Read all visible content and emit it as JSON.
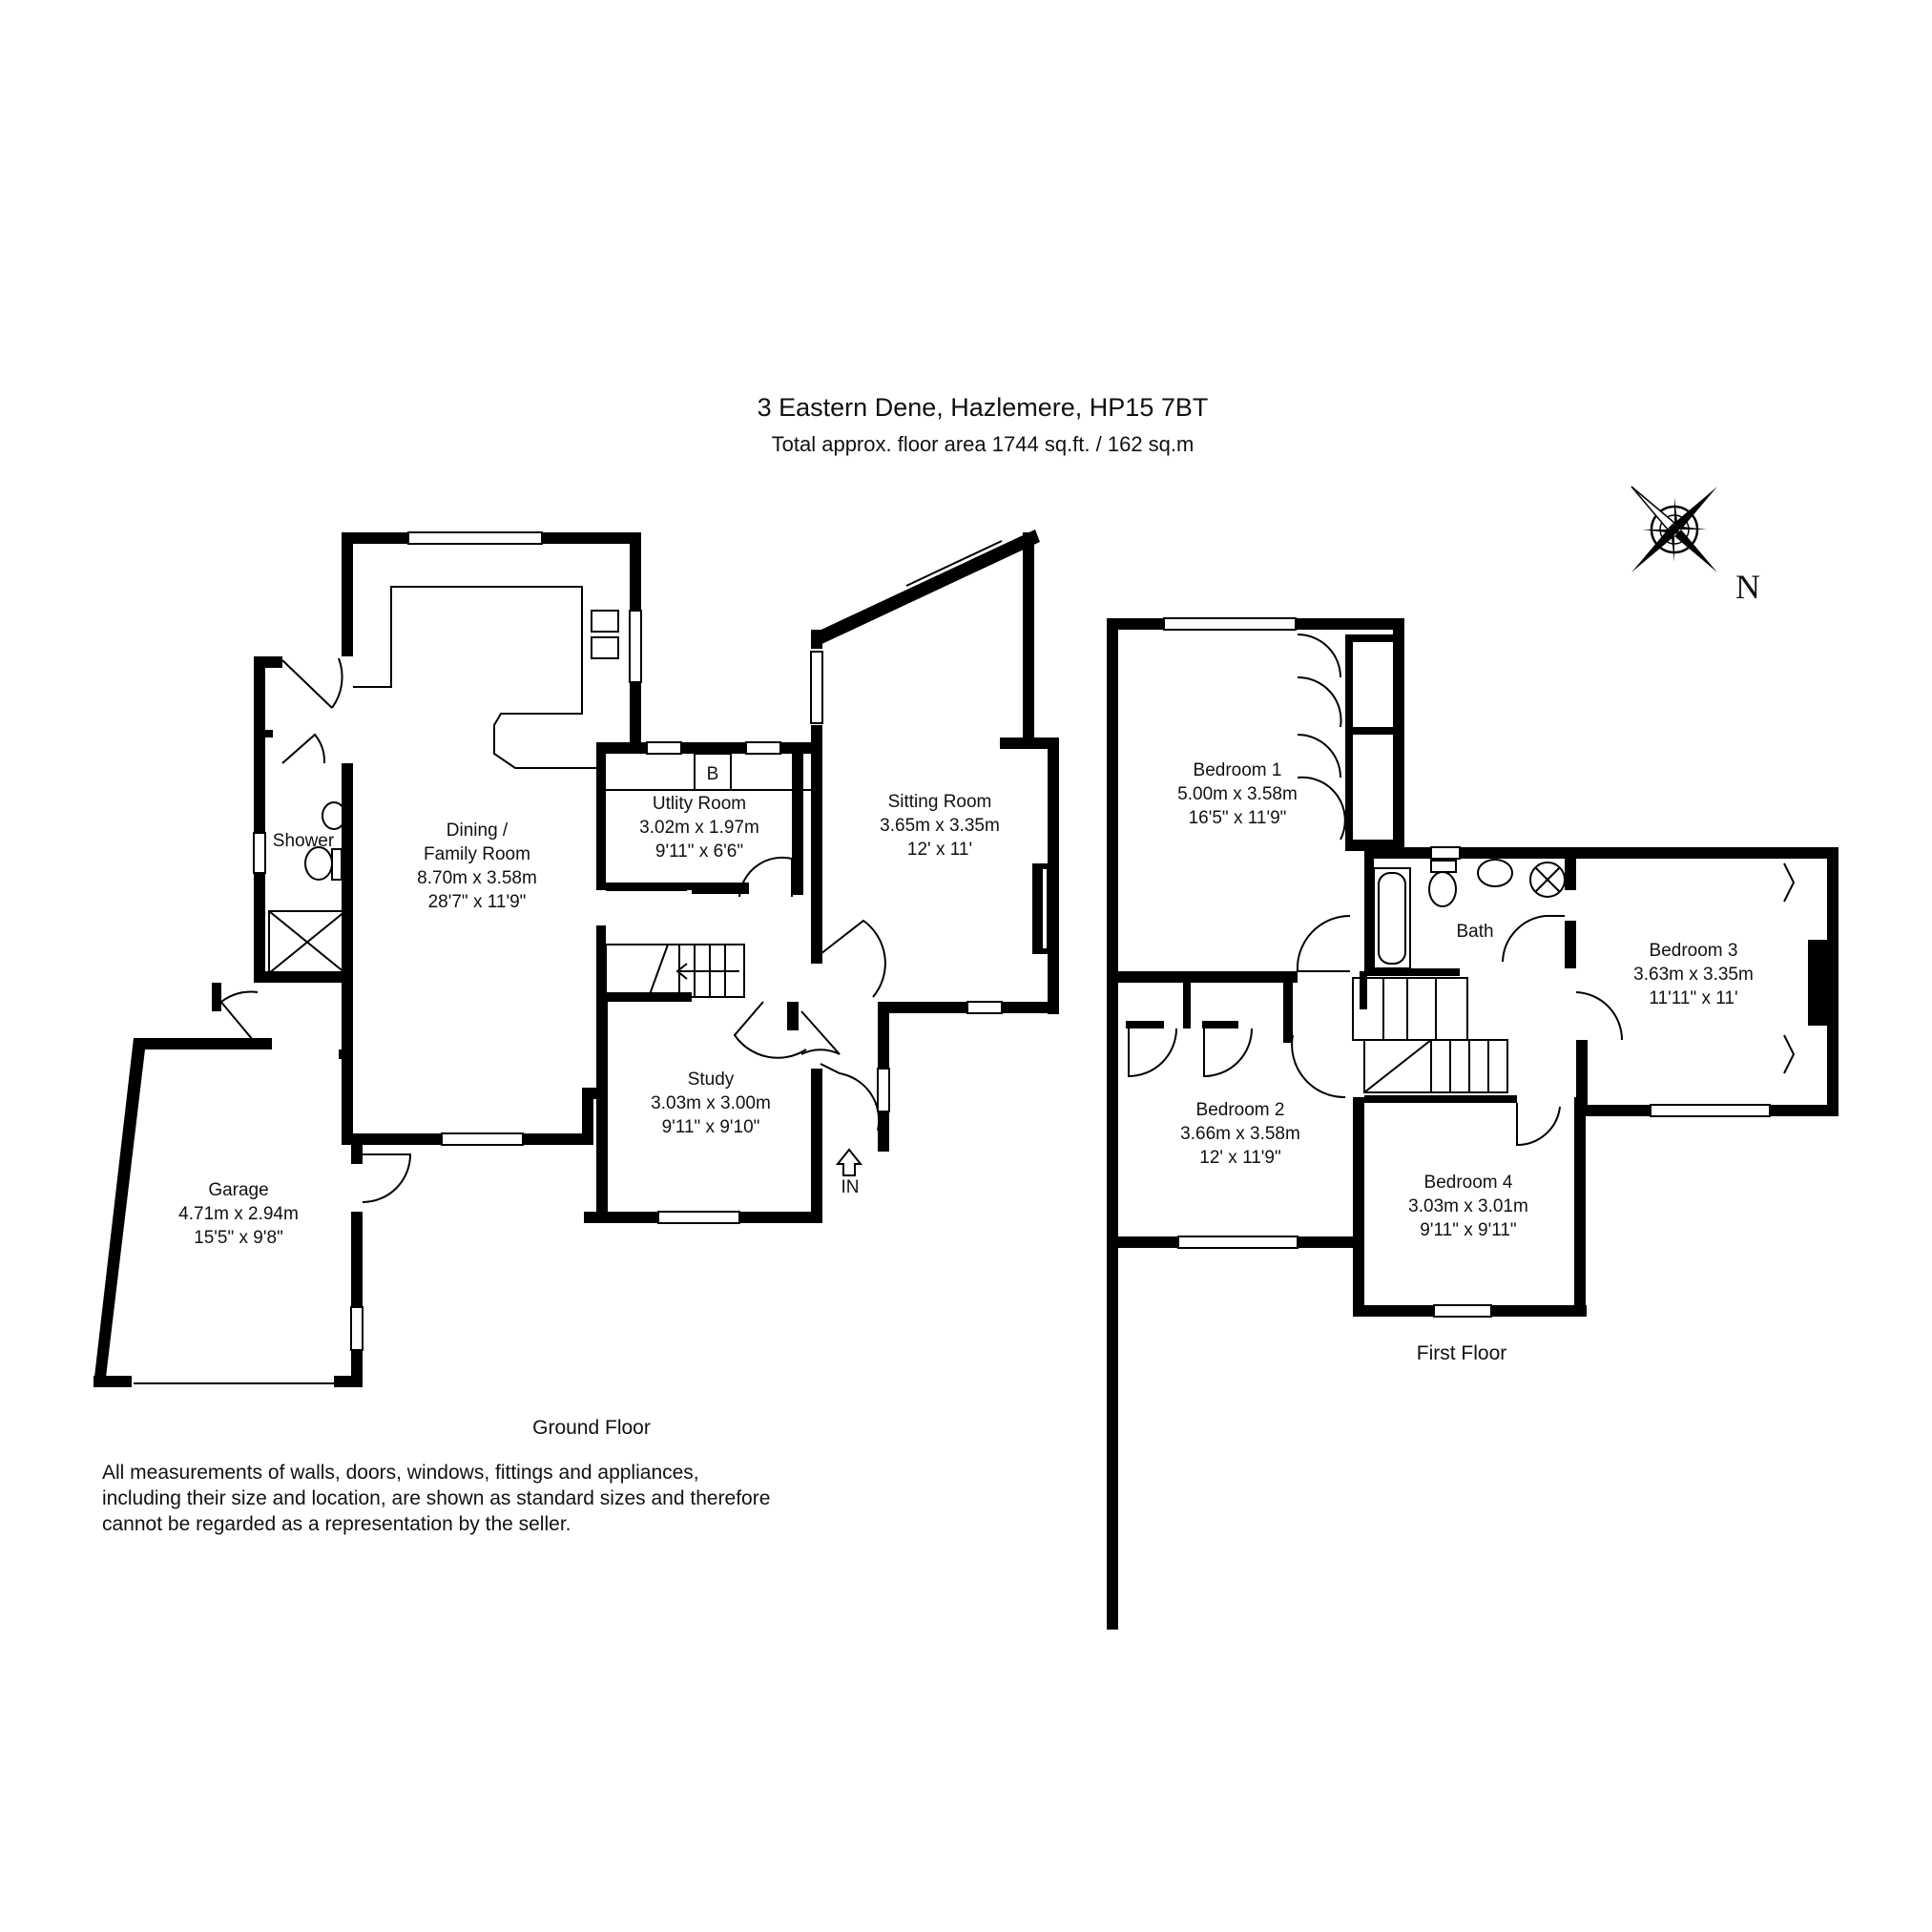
{
  "header": {
    "title": "3 Eastern Dene, Hazlemere, HP15 7BT",
    "subtitle": "Total approx. floor area 1744 sq.ft. / 162 sq.m"
  },
  "compass": {
    "north_label": "N",
    "icon": "compass-rose-icon"
  },
  "ground_floor": {
    "label": "Ground Floor",
    "entrance_label": "IN",
    "boiler_label": "B",
    "rooms": {
      "dining": {
        "name1": "Dining /",
        "name2": "Family Room",
        "metric": "8.70m x 3.58m",
        "imperial": "28'7\" x 11'9\""
      },
      "utility": {
        "name": "Utlity Room",
        "metric": "3.02m x 1.97m",
        "imperial": "9'11\" x 6'6\""
      },
      "sitting": {
        "name": "Sitting Room",
        "metric": "3.65m x 3.35m",
        "imperial": "12' x 11'"
      },
      "shower": {
        "name": "Shower"
      },
      "study": {
        "name": "Study",
        "metric": "3.03m x 3.00m",
        "imperial": "9'11\" x 9'10\""
      },
      "garage": {
        "name": "Garage",
        "metric": "4.71m x 2.94m",
        "imperial": "15'5\" x 9'8\""
      }
    }
  },
  "first_floor": {
    "label": "First Floor",
    "rooms": {
      "bedroom1": {
        "name": "Bedroom 1",
        "metric": "5.00m x 3.58m",
        "imperial": "16'5\" x 11'9\""
      },
      "bedroom2": {
        "name": "Bedroom 2",
        "metric": "3.66m x 3.58m",
        "imperial": "12' x 11'9\""
      },
      "bedroom3": {
        "name": "Bedroom 3",
        "metric": "3.63m x 3.35m",
        "imperial": "11'11\" x 11'"
      },
      "bedroom4": {
        "name": "Bedroom 4",
        "metric": "3.03m x 3.01m",
        "imperial": "9'11\" x 9'11\""
      },
      "bath": {
        "name": "Bath"
      }
    }
  },
  "disclaimer": {
    "line1": "All measurements of walls, doors, windows, fittings and appliances,",
    "line2": "including their size and location, are shown as standard sizes and therefore",
    "line3": "cannot be regarded as a representation by the seller."
  }
}
